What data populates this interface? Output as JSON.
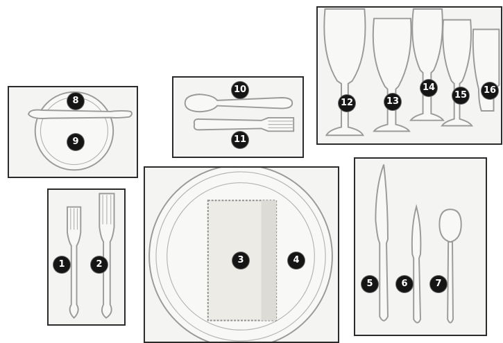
{
  "panels": {
    "bread_plate": {
      "labels": [
        "8",
        "9"
      ]
    },
    "dessert_utensils": {
      "labels": [
        "10",
        "11"
      ]
    },
    "glasses": {
      "labels": [
        "12",
        "13",
        "14",
        "15",
        "16"
      ]
    },
    "forks": {
      "labels": [
        "1",
        "2"
      ]
    },
    "dinner_plate": {
      "labels": [
        "3",
        "4"
      ]
    },
    "knives_spoon": {
      "labels": [
        "5",
        "6",
        "7"
      ]
    }
  },
  "colors": {
    "badge": "#151515",
    "outline": "#9a9a9a",
    "border": "#2b2b2b",
    "panel": "#f4f4f2"
  }
}
